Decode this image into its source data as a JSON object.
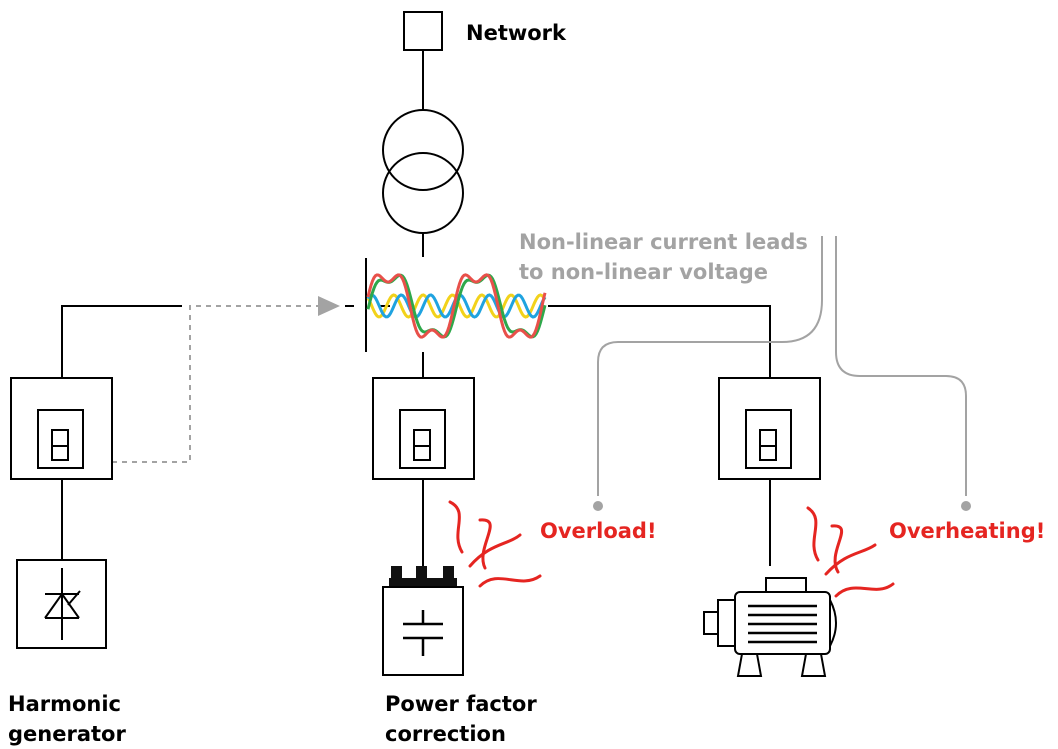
{
  "labels": {
    "network": "Network",
    "annotation_line1": "Non-linear current leads",
    "annotation_line2": "to non-linear voltage",
    "overload": "Overload!",
    "overheating": "Overheating!",
    "harmonic_line1": "Harmonic",
    "harmonic_line2": "generator",
    "pfc_line1": "Power factor",
    "pfc_line2": "correction"
  },
  "colors": {
    "line": "#000000",
    "annotation": "#a3a3a3",
    "warning": "#e52521",
    "wave_red": "#e8504a",
    "wave_green": "#2ea84b",
    "wave_blue": "#1fa3e0",
    "wave_yellow": "#f2d21b"
  },
  "icons": {
    "network": "network-box-icon",
    "transformer": "transformer-icon",
    "drive": "drive-cabinet-icon",
    "thyristor": "thyristor-icon",
    "capacitor": "capacitor-bank-icon",
    "motor": "electric-motor-icon",
    "heat": "heat-waves-icon"
  }
}
